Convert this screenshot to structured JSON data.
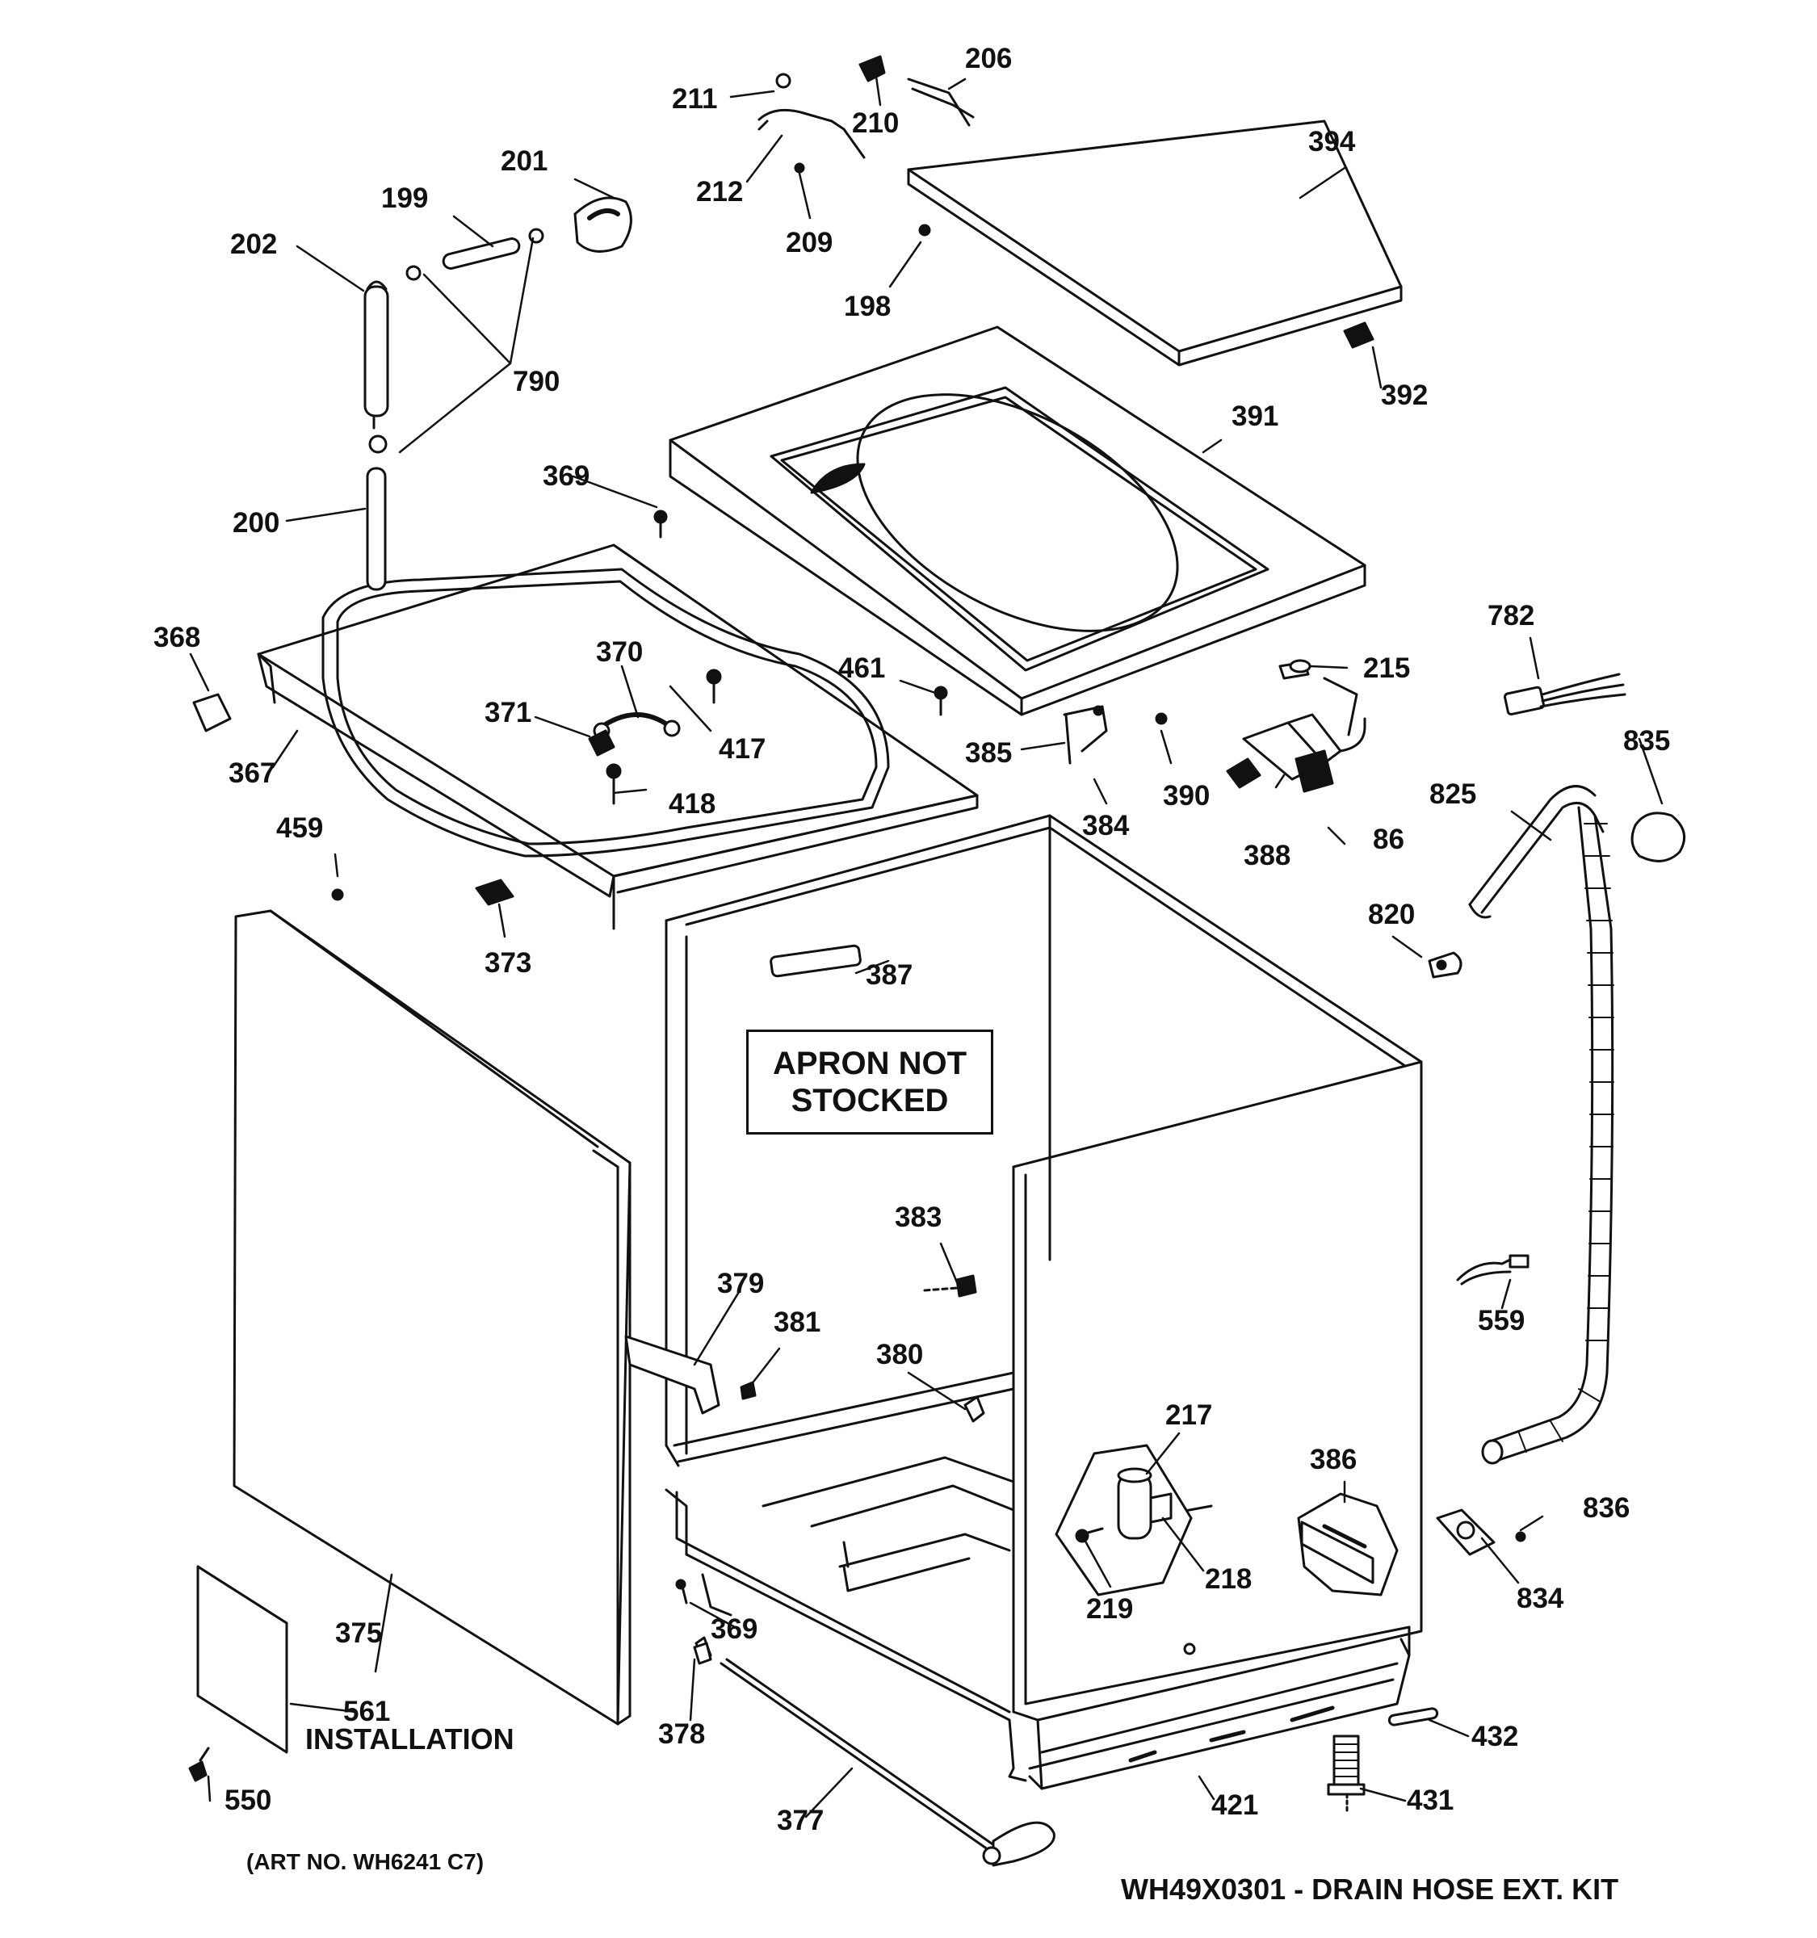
{
  "parts": [
    {
      "id": "p211",
      "label": "211"
    },
    {
      "id": "p210",
      "label": "210"
    },
    {
      "id": "p206",
      "label": "206"
    },
    {
      "id": "p212",
      "label": "212"
    },
    {
      "id": "p209",
      "label": "209"
    },
    {
      "id": "p201",
      "label": "201"
    },
    {
      "id": "p199",
      "label": "199"
    },
    {
      "id": "p202",
      "label": "202"
    },
    {
      "id": "p394",
      "label": "394"
    },
    {
      "id": "p198",
      "label": "198"
    },
    {
      "id": "p392",
      "label": "392"
    },
    {
      "id": "p790",
      "label": "790"
    },
    {
      "id": "p391",
      "label": "391"
    },
    {
      "id": "p369a",
      "label": "369"
    },
    {
      "id": "p200",
      "label": "200"
    },
    {
      "id": "p782",
      "label": "782"
    },
    {
      "id": "p368",
      "label": "368"
    },
    {
      "id": "p370",
      "label": "370"
    },
    {
      "id": "p461",
      "label": "461"
    },
    {
      "id": "p215",
      "label": "215"
    },
    {
      "id": "p371",
      "label": "371"
    },
    {
      "id": "p417",
      "label": "417"
    },
    {
      "id": "p835",
      "label": "835"
    },
    {
      "id": "p367",
      "label": "367"
    },
    {
      "id": "p385",
      "label": "385"
    },
    {
      "id": "p825",
      "label": "825"
    },
    {
      "id": "p418",
      "label": "418"
    },
    {
      "id": "p390",
      "label": "390"
    },
    {
      "id": "p459",
      "label": "459"
    },
    {
      "id": "p384",
      "label": "384"
    },
    {
      "id": "p86",
      "label": "86"
    },
    {
      "id": "p388",
      "label": "388"
    },
    {
      "id": "p820",
      "label": "820"
    },
    {
      "id": "p373",
      "label": "373"
    },
    {
      "id": "p387",
      "label": "387"
    },
    {
      "id": "p383",
      "label": "383"
    },
    {
      "id": "p379",
      "label": "379"
    },
    {
      "id": "p559",
      "label": "559"
    },
    {
      "id": "p381",
      "label": "381"
    },
    {
      "id": "p380",
      "label": "380"
    },
    {
      "id": "p217",
      "label": "217"
    },
    {
      "id": "p386",
      "label": "386"
    },
    {
      "id": "p836",
      "label": "836"
    },
    {
      "id": "p218",
      "label": "218"
    },
    {
      "id": "p219",
      "label": "219"
    },
    {
      "id": "p834",
      "label": "834"
    },
    {
      "id": "p375",
      "label": "375"
    },
    {
      "id": "p369b",
      "label": "369"
    },
    {
      "id": "p561",
      "label": "561"
    },
    {
      "id": "p378",
      "label": "378"
    },
    {
      "id": "p432",
      "label": "432"
    },
    {
      "id": "p550",
      "label": "550"
    },
    {
      "id": "p431",
      "label": "431"
    },
    {
      "id": "p377",
      "label": "377"
    },
    {
      "id": "p421",
      "label": "421"
    }
  ],
  "notes": {
    "apron_line1": "APRON NOT",
    "apron_line2": "STOCKED",
    "installation": "INSTALLATION",
    "art_no": "(ART NO. WH6241 C7)",
    "kit": "WH49X0301 - DRAIN HOSE EXT. KIT"
  }
}
